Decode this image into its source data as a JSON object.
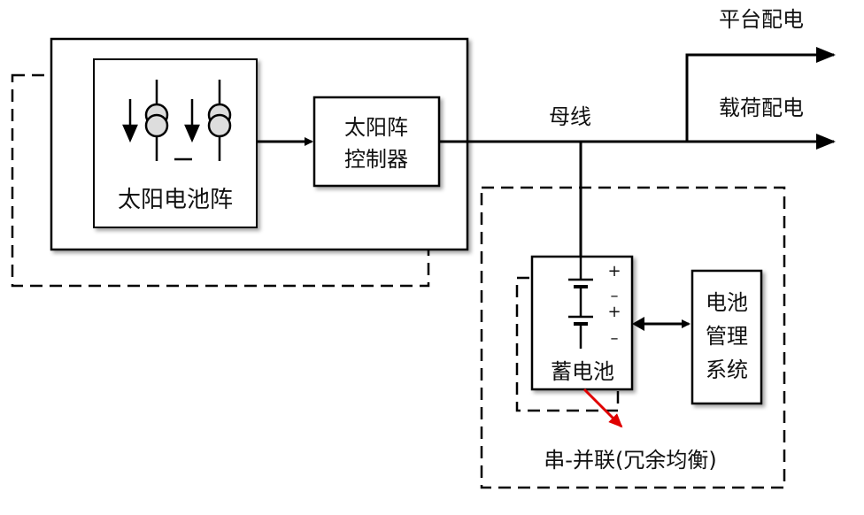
{
  "colors": {
    "line": "#000000",
    "accent_arrow": "#e00000",
    "background": "#ffffff"
  },
  "labels": {
    "solar_array": "太阳电池阵",
    "controller_line1": "太阳阵",
    "controller_line2": "控制器",
    "bus": "母线",
    "platform_power": "平台配电",
    "load_power": "载荷配电",
    "battery": "蓄电池",
    "bms_line1": "电池",
    "bms_line2": "管理",
    "bms_line3": "系统",
    "redundancy_note": "串-并联(冗余均衡)",
    "plus_top": "+",
    "minus_mid": "–",
    "plus_mid": "+",
    "minus_bottom": "–"
  }
}
